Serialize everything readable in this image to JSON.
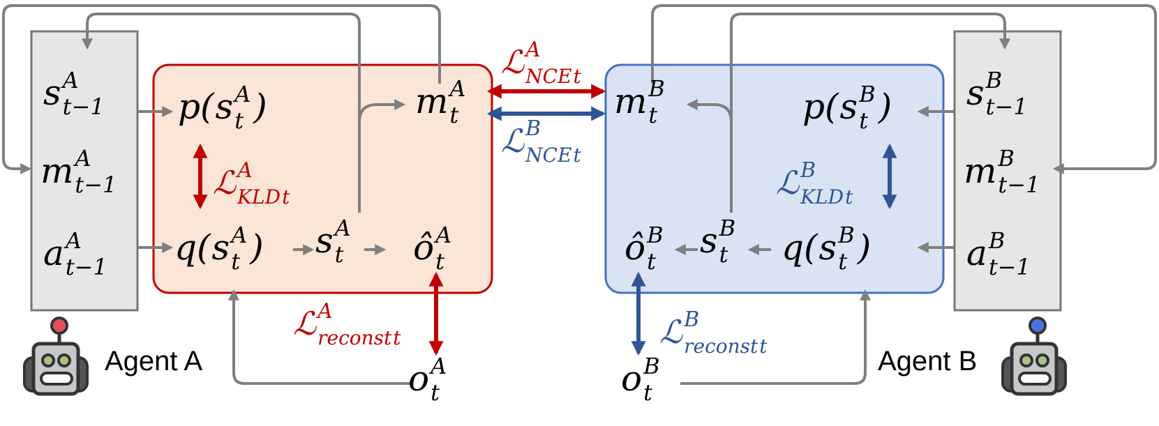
{
  "colors": {
    "agent_a": "#c00000",
    "agent_b": "#2f5597",
    "gray": "#7f7f7f",
    "panel_a": "#fbe5d6",
    "panel_b": "#dae3f3",
    "memory": "#e6e6e6",
    "panel_b_border": "#4472c4"
  },
  "agents": {
    "a": {
      "label": "Agent A",
      "icon": "robot-icon-red"
    },
    "b": {
      "label": "Agent B",
      "icon": "robot-icon-blue"
    }
  },
  "labels": {
    "s_prev_a": {
      "pre": "",
      "base": "s",
      "sup": "A",
      "sub": "t−1",
      "post": ""
    },
    "m_prev_a": {
      "pre": "",
      "base": "m",
      "sup": "A",
      "sub": "t−1",
      "post": ""
    },
    "a_prev_a": {
      "pre": "",
      "base": "a",
      "sup": "A",
      "sub": "t−1",
      "post": ""
    },
    "p_a": {
      "pre": "p(",
      "base": "s",
      "sup": "A",
      "sub": "t",
      "post": ")"
    },
    "m_a": {
      "pre": "",
      "base": "m",
      "sup": "A",
      "sub": "t",
      "post": ""
    },
    "q_a": {
      "pre": "q(",
      "base": "s",
      "sup": "A",
      "sub": "t",
      "post": ")"
    },
    "s_a": {
      "pre": "",
      "base": "s",
      "sup": "A",
      "sub": "t",
      "post": ""
    },
    "ohat_a": {
      "pre": "",
      "base": "ô",
      "sup": "A",
      "sub": "t",
      "post": ""
    },
    "o_a": {
      "pre": "",
      "base": "o",
      "sup": "A",
      "sub": "t",
      "post": ""
    },
    "s_prev_b": {
      "pre": "",
      "base": "s",
      "sup": "B",
      "sub": "t−1",
      "post": ""
    },
    "m_prev_b": {
      "pre": "",
      "base": "m",
      "sup": "B",
      "sub": "t−1",
      "post": ""
    },
    "a_prev_b": {
      "pre": "",
      "base": "a",
      "sup": "B",
      "sub": "t−1",
      "post": ""
    },
    "p_b": {
      "pre": "p(",
      "base": "s",
      "sup": "B",
      "sub": "t",
      "post": ")"
    },
    "m_b": {
      "pre": "",
      "base": "m",
      "sup": "B",
      "sub": "t",
      "post": ""
    },
    "q_b": {
      "pre": "q(",
      "base": "s",
      "sup": "B",
      "sub": "t",
      "post": ")"
    },
    "s_b": {
      "pre": "",
      "base": "s",
      "sup": "B",
      "sub": "t",
      "post": ""
    },
    "ohat_b": {
      "pre": "",
      "base": "ô",
      "sup": "B",
      "sub": "t",
      "post": ""
    },
    "o_b": {
      "pre": "",
      "base": "o",
      "sup": "B",
      "sub": "t",
      "post": ""
    }
  },
  "losses": {
    "nce_a": {
      "base": "ℒ",
      "sup": "A",
      "sub": "NCE",
      "subt": "t"
    },
    "nce_b": {
      "base": "ℒ",
      "sup": "B",
      "sub": "NCE",
      "subt": "t"
    },
    "kld_a": {
      "base": "ℒ",
      "sup": "A",
      "sub": "KLD",
      "subt": "t"
    },
    "kld_b": {
      "base": "ℒ",
      "sup": "B",
      "sub": "KLD",
      "subt": "t"
    },
    "rec_a": {
      "base": "ℒ",
      "sup": "A",
      "sub": "reconst",
      "subt": "t"
    },
    "rec_b": {
      "base": "ℒ",
      "sup": "B",
      "sub": "reconst",
      "subt": "t"
    }
  }
}
